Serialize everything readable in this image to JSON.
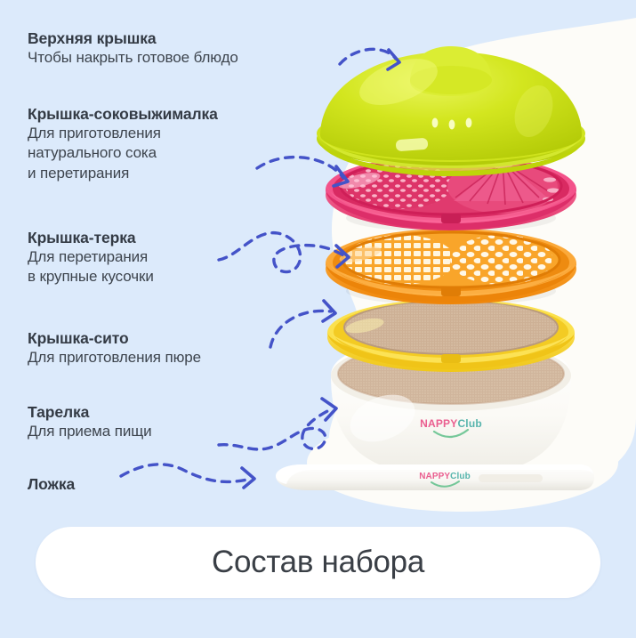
{
  "background": {
    "page_color": "#dceafb",
    "blob_color": "#fdfcf8"
  },
  "theme": {
    "text_color": "#343b45",
    "arrow_color": "#4453c8",
    "banner_bg": "#ffffff",
    "lid_green": "#cbe014",
    "juicer_pink": "#ef3d75",
    "grater_orange": "#f79a1e",
    "sieve_yellow": "#f7d83a",
    "bowl_white": "#fbfaf6",
    "mesh_tan": "#c9a98c"
  },
  "labels": [
    {
      "title": "Верхняя крышка",
      "desc": [
        "Чтобы накрыть готовое блюдо"
      ]
    },
    {
      "title": "Крышка-соковыжималка",
      "desc": [
        "Для приготовления",
        "натурального сока",
        "и перетирания"
      ]
    },
    {
      "title": "Крышка-терка",
      "desc": [
        "Для перетирания",
        "в крупные кусочки"
      ]
    },
    {
      "title": "Крышка-сито",
      "desc": [
        "Для приготовления пюре"
      ]
    },
    {
      "title": "Тарелка",
      "desc": [
        "Для приема пищи"
      ]
    },
    {
      "title": "Ложка",
      "desc": []
    }
  ],
  "banner": {
    "title": "Состав набора"
  },
  "brand": {
    "name_part1": "NAPPY",
    "name_part2": "Club",
    "color1": "#e8447e",
    "color2": "#3aa9a0"
  }
}
